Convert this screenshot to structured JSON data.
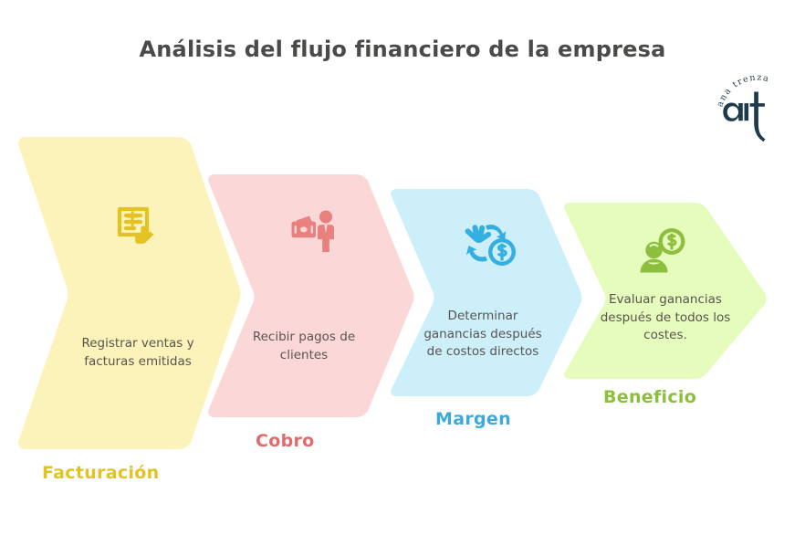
{
  "page": {
    "title": "Análisis del flujo financiero de la empresa",
    "background_color": "#FFFFFF",
    "title_color": "#4A4A48"
  },
  "logo": {
    "monogram": "at",
    "arc_text": "ana trenza",
    "color": "#1D3B4C",
    "icon_name": "ana-trenza-logo"
  },
  "flow": {
    "steps": [
      {
        "label": "Facturación",
        "description": "Registrar ventas y\nfacturas emitidas",
        "fill_color": "#FBF3B9",
        "accent_color": "#E3C224",
        "icon_name": "invoice-dollar-hand-icon",
        "order": 1
      },
      {
        "label": "Cobro",
        "description": "Recibir pagos de\nclientes",
        "fill_color": "#FCD7D7",
        "accent_color": "#E26A6A",
        "icon_name": "wallet-customer-payment-icon",
        "order": 2
      },
      {
        "label": "Margen",
        "description": "Determinar\nganancias después\nde costos directos",
        "fill_color": "#CCEFFA",
        "accent_color": "#3CA9DC",
        "icon_name": "money-exchange-coin-icon",
        "order": 3
      },
      {
        "label": "Beneficio",
        "description": "Evaluar ganancias\ndespués de todos los\ncostes.",
        "fill_color": "#E5FCBD",
        "accent_color": "#8DBE3D",
        "icon_name": "person-profit-coin-icon",
        "order": 4
      }
    ]
  }
}
